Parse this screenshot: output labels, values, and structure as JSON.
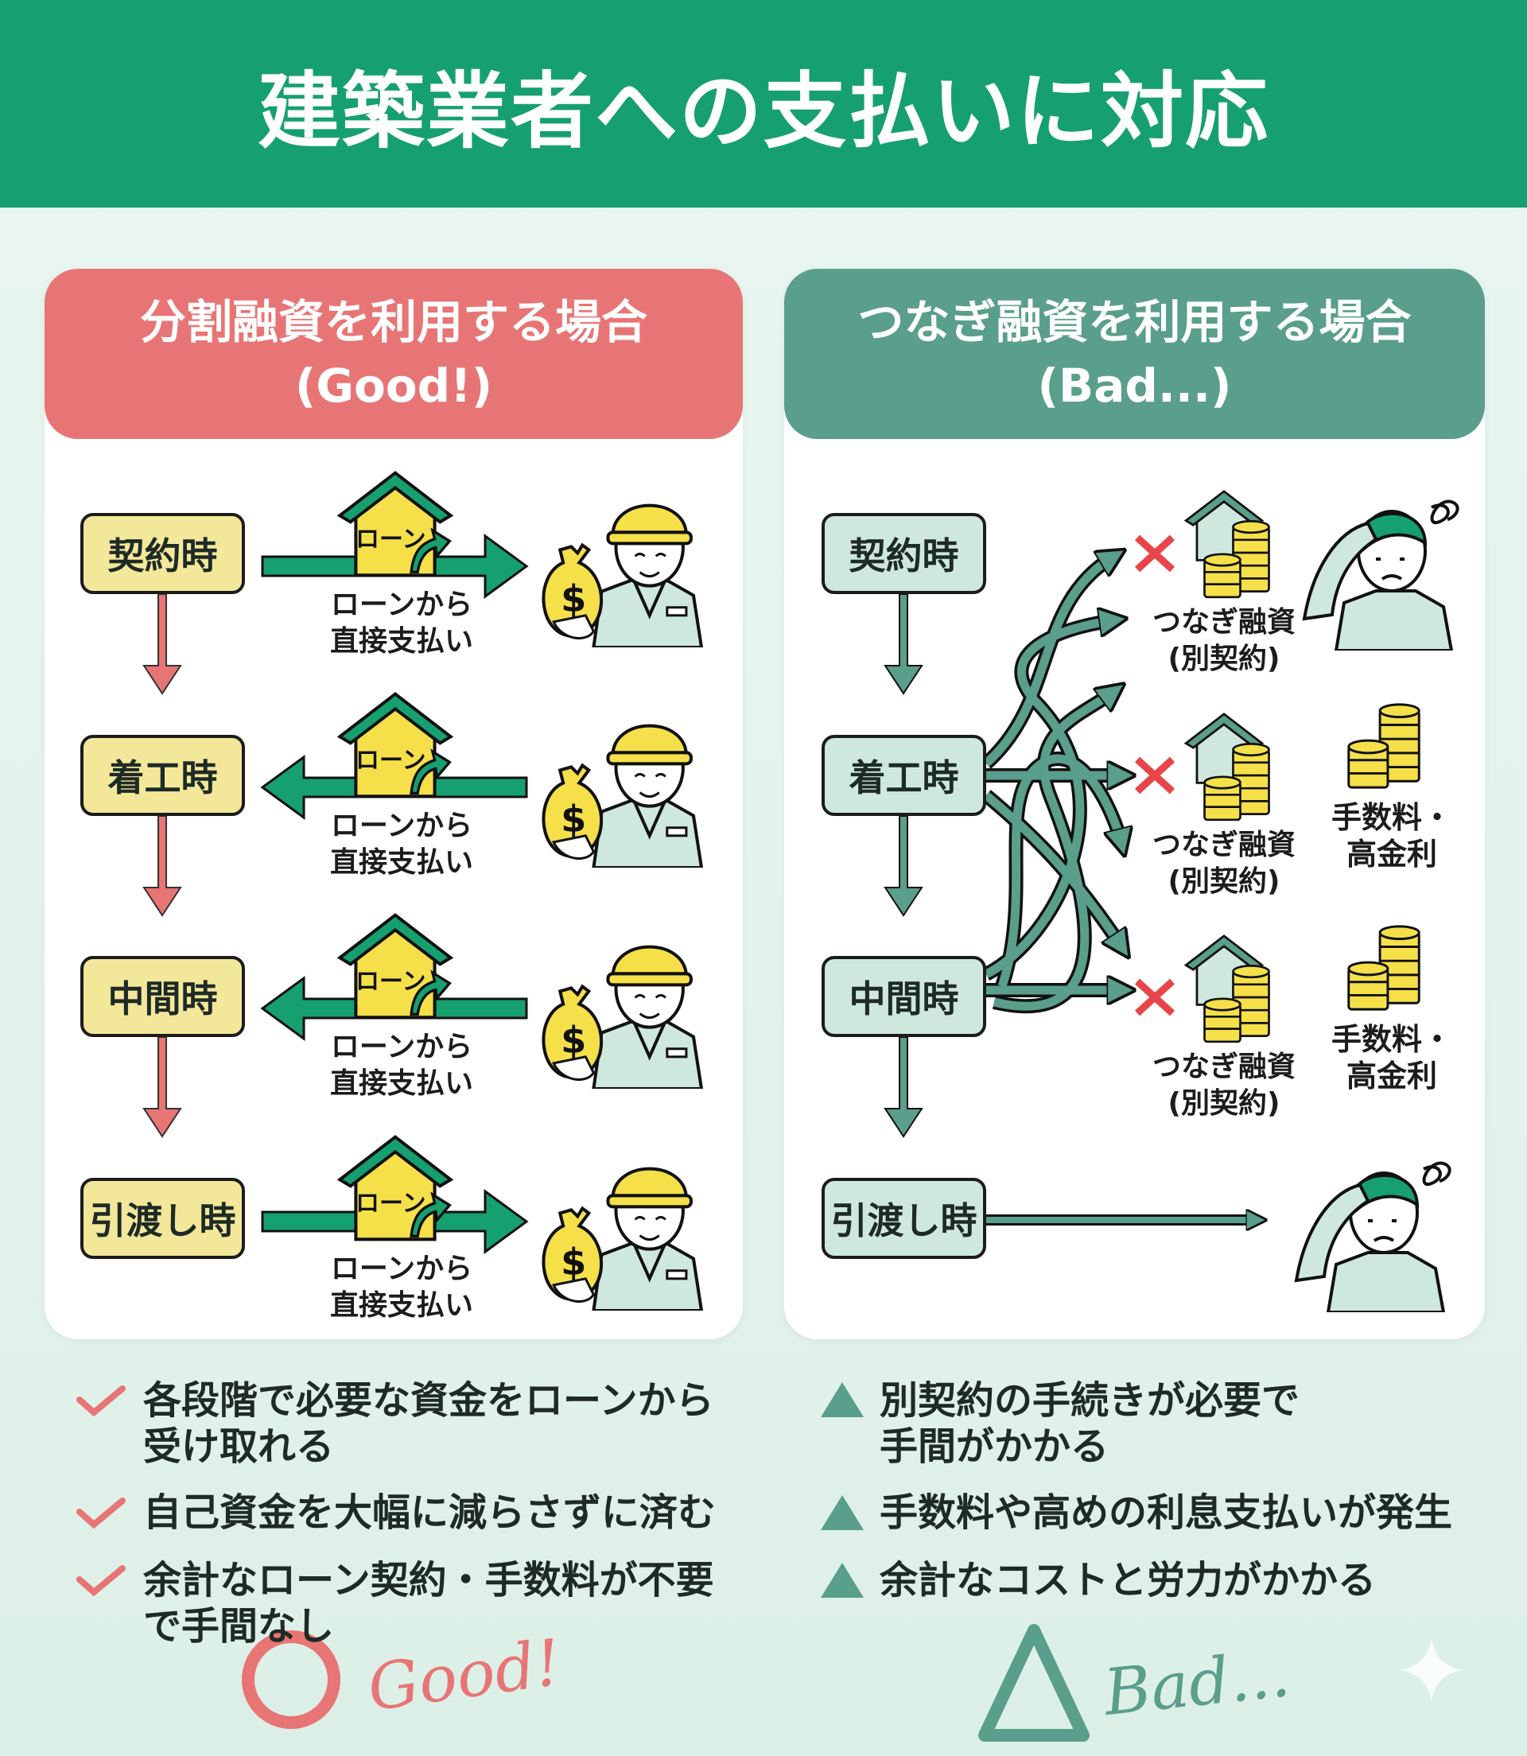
{
  "title": "建築業者への支払いに対応",
  "colors": {
    "header": "#17a06f",
    "good": "#e87575",
    "bad": "#5a9e8c",
    "yellow": "#f5e04a"
  },
  "left": {
    "heading_line1": "分割融資を利用する場合",
    "heading_line2": "(Good!)",
    "house_label": "ローン",
    "stages": [
      {
        "label": "契約時",
        "direction": "right",
        "caption1": "ローンから",
        "caption2": "直接支払い"
      },
      {
        "label": "着工時",
        "direction": "left",
        "caption1": "ローンから",
        "caption2": "直接支払い"
      },
      {
        "label": "中間時",
        "direction": "left",
        "caption1": "ローンから",
        "caption2": "直接支払い"
      },
      {
        "label": "引渡し時",
        "direction": "right",
        "caption1": "ローンから",
        "caption2": "直接支払い"
      }
    ],
    "points": [
      {
        "line1": "各段階で必要な資金をローンから",
        "line2": "受け取れる"
      },
      {
        "line1": "自己資金を大幅に減らさずに済む",
        "line2": ""
      },
      {
        "line1": "余計なローン契約・手数料が不要",
        "line2": "で手間なし"
      }
    ],
    "badge": "Good!"
  },
  "right": {
    "heading_line1": "つなぎ融資を利用する場合",
    "heading_line2": "(Bad...)",
    "stages": [
      "契約時",
      "着工時",
      "中間時",
      "引渡し時"
    ],
    "loans": [
      {
        "line1": "つなぎ融資",
        "line2": "(別契約)"
      },
      {
        "line1": "つなぎ融資",
        "line2": "(別契約)"
      },
      {
        "line1": "つなぎ融資",
        "line2": "(別契約)"
      }
    ],
    "fees": [
      {
        "line1": "手数料・",
        "line2": "高金利"
      },
      {
        "line1": "手数料・",
        "line2": "高金利"
      }
    ],
    "points": [
      {
        "line1": "別契約の手続きが必要で",
        "line2": "手間がかかる"
      },
      {
        "line1": "手数料や高めの利息支払いが発生",
        "line2": ""
      },
      {
        "line1": "余計なコストと労力がかかる",
        "line2": ""
      }
    ],
    "badge": "Bad..."
  }
}
